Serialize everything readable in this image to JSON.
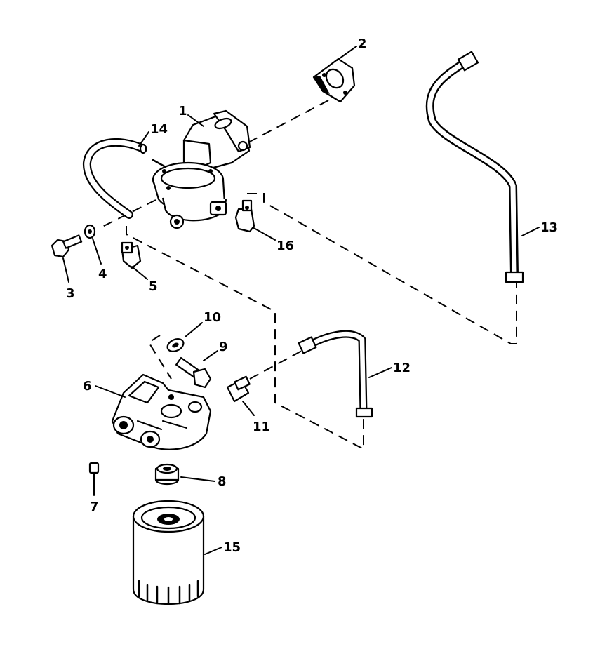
{
  "colors": {
    "ink": "#000000",
    "background": "#ffffff"
  },
  "callouts": {
    "c1": "1",
    "c2": "2",
    "c3": "3",
    "c4": "4",
    "c5": "5",
    "c6": "6",
    "c7": "7",
    "c8": "8",
    "c9": "9",
    "c10": "10",
    "c11": "11",
    "c12": "12",
    "c13": "13",
    "c14": "14",
    "c15": "15",
    "c16": "16"
  }
}
